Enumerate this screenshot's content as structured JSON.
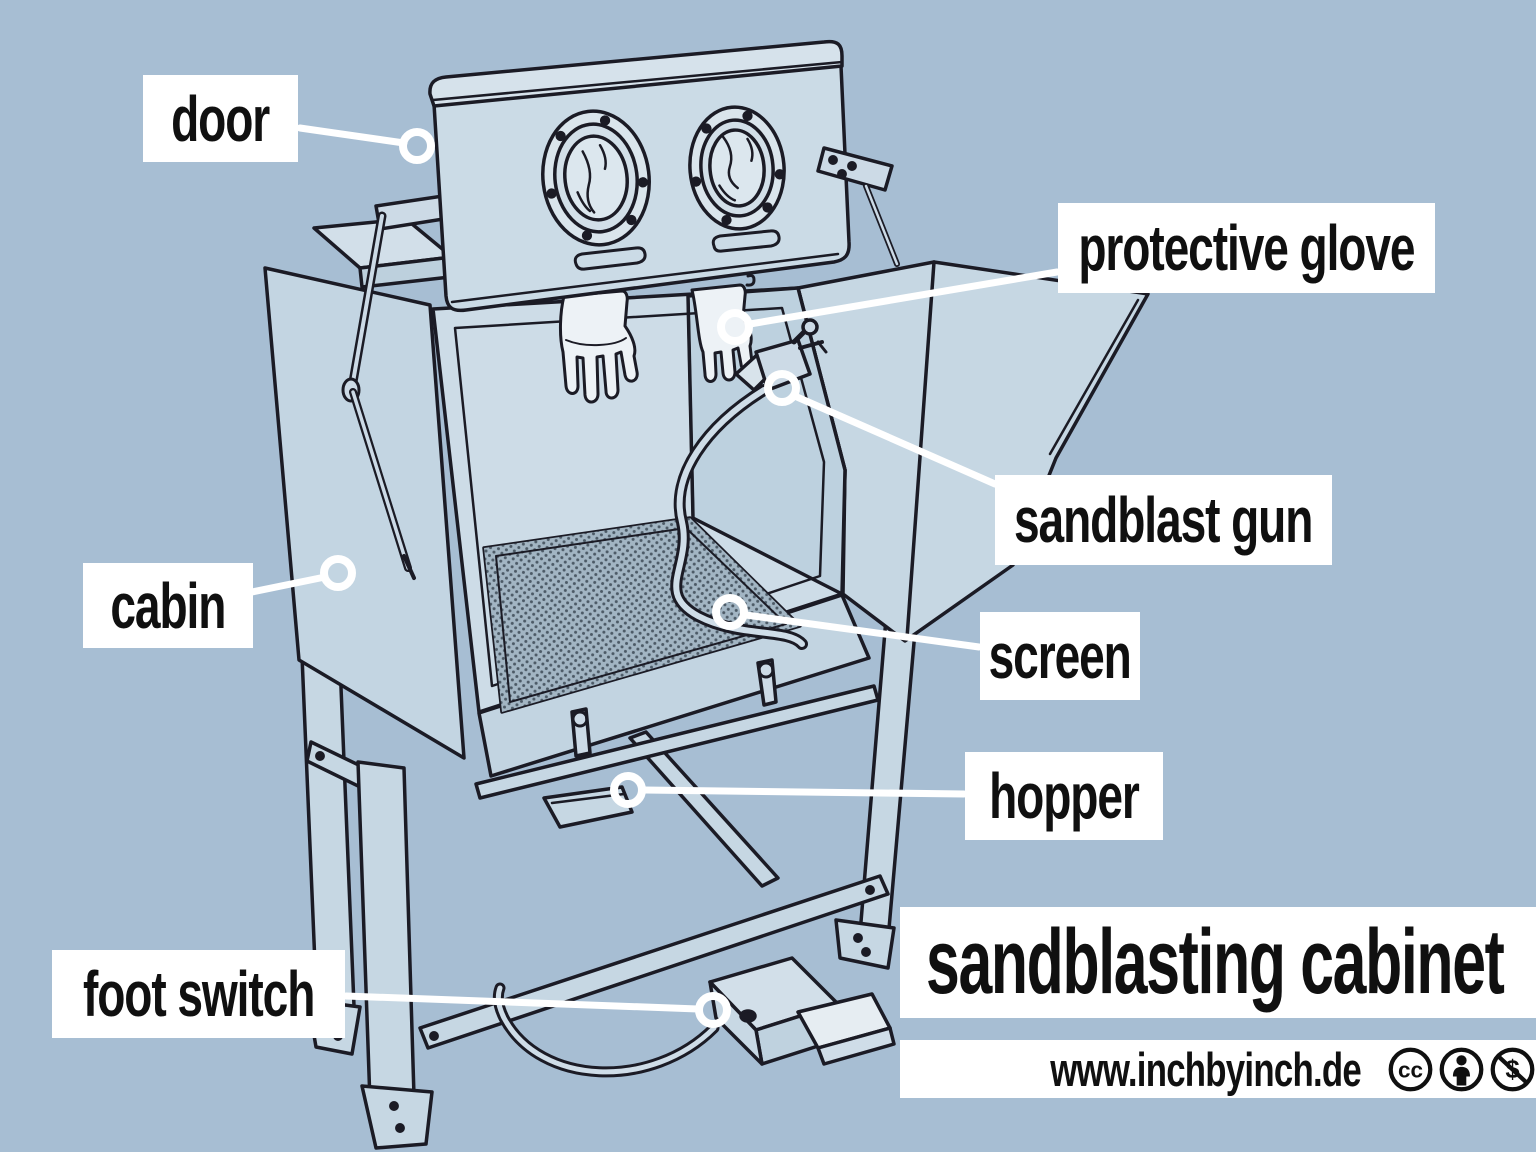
{
  "scene": {
    "subject": "labeled diagram of a sandblasting cabinet",
    "background_color": "#a7bed3",
    "label_box_color": "#ffffff",
    "label_text_color": "#101010",
    "outline_color": "#1b1b25",
    "panel_color": "#c6d7e3",
    "leader_color": "#ffffff"
  },
  "annotations": [
    {
      "id": "door",
      "label": "door"
    },
    {
      "id": "protective-glove",
      "label": "protective glove"
    },
    {
      "id": "sandblast-gun",
      "label": "sandblast gun"
    },
    {
      "id": "cabin",
      "label": "cabin"
    },
    {
      "id": "screen",
      "label": "screen"
    },
    {
      "id": "hopper",
      "label": "hopper"
    },
    {
      "id": "foot-switch",
      "label": "foot switch"
    }
  ],
  "title": "sandblasting cabinet",
  "website": "www.inchbyinch.de",
  "license_icons": [
    "cc",
    "attribution",
    "noncommercial"
  ]
}
